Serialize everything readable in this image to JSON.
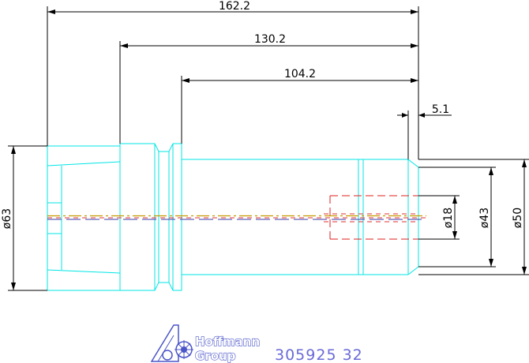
{
  "dimensions": {
    "overall_length": "162.2",
    "mid_length": "130.2",
    "shank_length": "104.2",
    "chamfer_length": "5.1",
    "bore_diameter": "ø18",
    "shank_diameter": "ø43",
    "end_diameter": "ø50",
    "flange_diameter": "ø63"
  },
  "branding": {
    "logo_line1": "Hoffmann",
    "logo_line2": "Group",
    "part_number": "305925  32"
  },
  "colors": {
    "outline": "#00e5e5",
    "hidden": "#e0201e",
    "centerline": "#c49a00",
    "brand": "#4a55c8"
  }
}
